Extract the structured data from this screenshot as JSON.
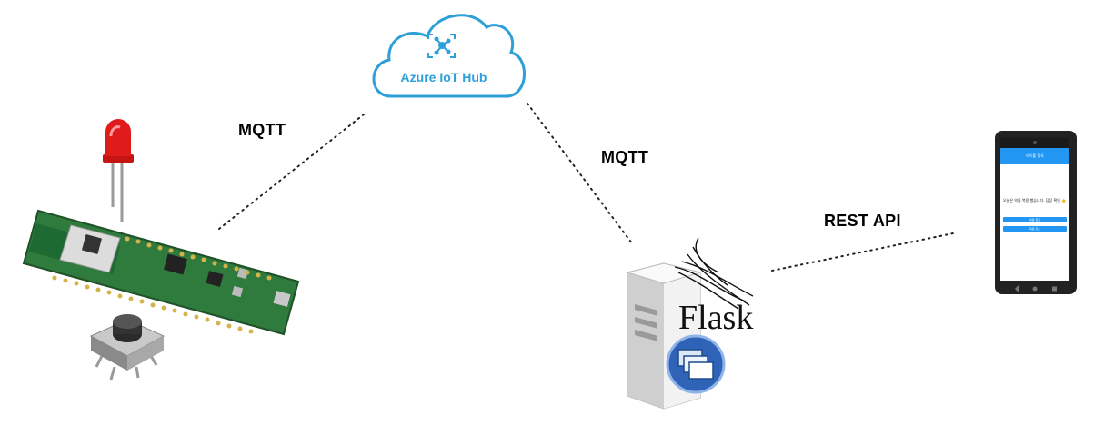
{
  "cloud": {
    "label": "Azure IoT Hub"
  },
  "links": {
    "device_to_cloud": "MQTT",
    "cloud_to_server": "MQTT",
    "server_to_phone": "REST API"
  },
  "server": {
    "flask_label": "Flask"
  },
  "phone": {
    "appbar_title": "타이틀 접속",
    "message": "오늘은 약을 복용 했습니다. 답장 확인 👍",
    "button1": "복용 완료",
    "button2": "복용 취소"
  },
  "colors": {
    "azure_blue": "#2d9fd9",
    "board_green": "#2f7a3d",
    "led_red": "#e01b1b",
    "phone_blue": "#2196f3"
  }
}
